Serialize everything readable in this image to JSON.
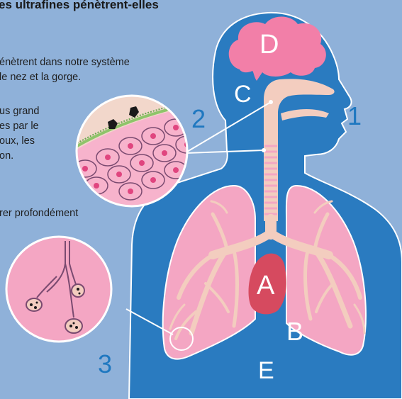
{
  "title": "es ultrafines pénètrent-elles",
  "text": {
    "line1": "énètrent dans notre système",
    "line2": "le nez et la gorge.",
    "line3": "us grand",
    "line4": "es par le",
    "line5": "oux, les",
    "line6": "on.",
    "line7": "rer profondément"
  },
  "labels": {
    "A": "A",
    "B": "B",
    "C": "C",
    "D": "D",
    "E": "E"
  },
  "numbers": {
    "n1": "1",
    "n2": "2",
    "n3": "3"
  },
  "colors": {
    "background": "#8fb1d9",
    "body": "#2a7bc0",
    "lungs": "#f4a6c3",
    "airway": "#f3cdbf",
    "heart": "#d64a5f",
    "brain": "#f27fa8",
    "accent_text": "#1f78c0"
  }
}
